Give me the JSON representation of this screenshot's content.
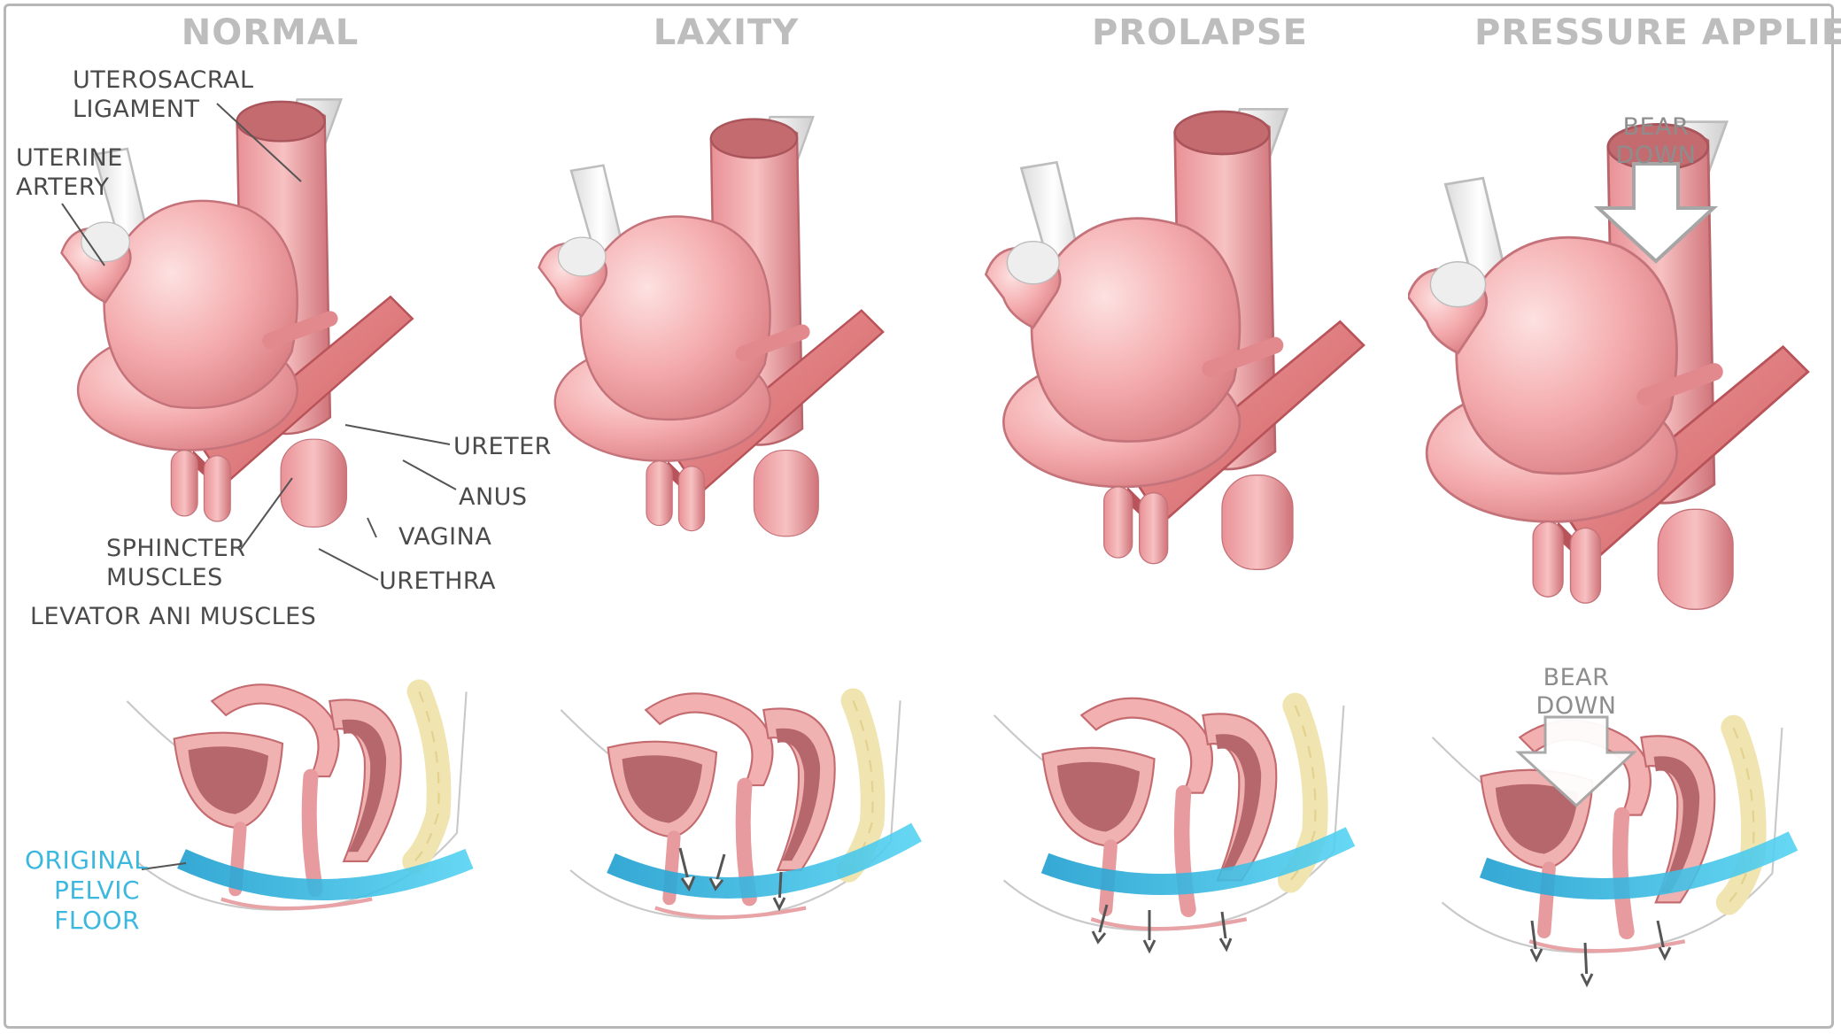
{
  "panels": [
    {
      "title": "NORMAL"
    },
    {
      "title": "LAXITY"
    },
    {
      "title": "PROLAPSE"
    },
    {
      "title": "PRESSURE APPLIED"
    }
  ],
  "labels": {
    "uterosacral_ligament": "UTEROSACRAL\nLIGAMENT",
    "uterine_artery": "UTERINE\nARTERY",
    "ureter": "URETER",
    "anus": "ANUS",
    "vagina": "VAGINA",
    "sphincter_muscles": "SPHINCTER\nMUSCLES",
    "urethra": "URETHRA",
    "levator_ani_muscles": "LEVATOR ANI MUSCLES",
    "original_pelvic_floor": "ORIGINAL\nPELVIC\nFLOOR",
    "bear_down_top": "BEAR\nDOWN",
    "bear_down_bottom": "BEAR\nDOWN"
  },
  "colors": {
    "header_grey": "#bdbdbd",
    "label_dark": "#4a4a4a",
    "pelvic_floor_blue": "#3cb8df",
    "tissue_pink": "#f2a7a9",
    "tissue_dark": "#c96f74",
    "muscle_red": "#e07a7c",
    "ligament_white": "#f1f1f1"
  }
}
